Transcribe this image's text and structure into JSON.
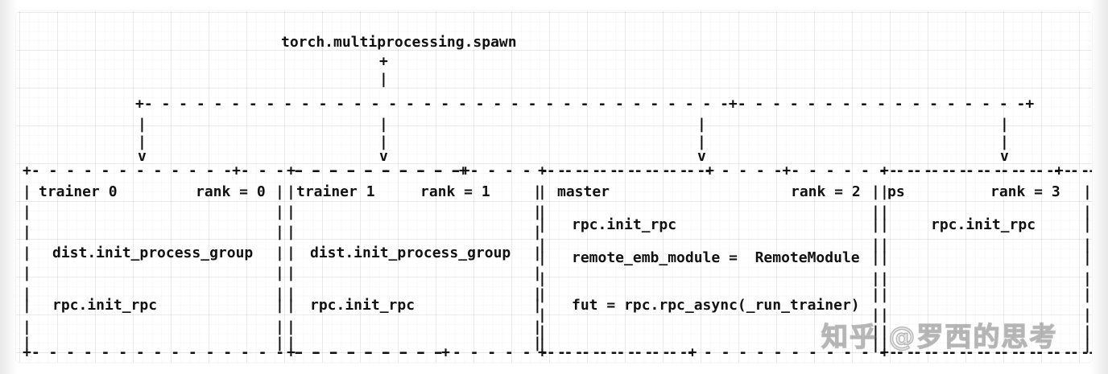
{
  "diagram": {
    "title": "torch.multiprocessing.spawn",
    "kind": "ascii-art-architecture-diagram",
    "spawn_connector": {
      "junction_glyph": "+",
      "vertical_glyph": "|",
      "arrow_glyph": "v",
      "horizontal_glyph": "-",
      "branch_count": 4
    },
    "boxes": [
      {
        "id": "trainer-0",
        "name": "trainer 0",
        "rank_label": "rank = 0",
        "lines": [
          "dist.init_process_group",
          "rpc.init_rpc"
        ]
      },
      {
        "id": "trainer-1",
        "name": "trainer 1",
        "rank_label": "rank = 1",
        "lines": [
          "dist.init_process_group",
          "rpc.init_rpc"
        ]
      },
      {
        "id": "master",
        "name": "master",
        "rank_label": "rank = 2",
        "lines": [
          "rpc.init_rpc",
          "remote_emb_module =  RemoteModule",
          "fut = rpc.rpc_async(_run_trainer)"
        ]
      },
      {
        "id": "ps",
        "name": "ps",
        "rank_label": "rank = 3",
        "lines": [
          "rpc.init_rpc"
        ]
      }
    ],
    "ascii_rows": [
      "                               torch.multiprocessing.spawn",
      "                                            +",
      "                                            |",
      "                                            |",
      "             +------------------------------------------------------------------+---------------------------------+",
      "             |                              |                                   |                                 |",
      "             |                              |                                   |                                 |",
      "             v                              v                                   v                                 v",
      " +--------------+---------------+ +--------------+----------------+ +-------------------+--------------------+ +-------------+-------------------+",
      " |trainer 0            rank = 0 | |trainer 1       rank = 1      | | master                      rank = 2 | |ps          rank = 3          |",
      " |                              | |                              | |                                      | |                              |",
      " |                              | |                              | |    rpc.init_rpc                      | |    rpc.init_rpc              |",
      " |                              | |                              | |                                      | |                              |",
      " |   dist.init_process_group    | |   dist.init_process_group    | |   remote_emb_module =  RemoteModule  | |                              |",
      " |                              | |                              | |                                      | |                              |",
      " |                              | |                              | |                                      | |                              |",
      " |   rpc.init_rpc               | |   rpc.init_rpc               | |   fut = rpc.rpc_async(_run_trainer)  | |                              |",
      " |                              | |                              | |                                      | |                              |",
      " |                              | |                              | |                                      | |                              |",
      " +------------------------------+ +------------------------------+ +--------------------------------------+ +------------------------------+"
    ]
  },
  "watermark": {
    "text": "知乎 @罗西的思考"
  },
  "colors": {
    "ink": "#1a1a1a",
    "card_background": "#ffffff",
    "grid_minor": "rgba(0,0,0,0.028)",
    "grid_major": "rgba(0,0,0,0.055)",
    "watermark": "rgba(120,120,120,0.45)"
  }
}
